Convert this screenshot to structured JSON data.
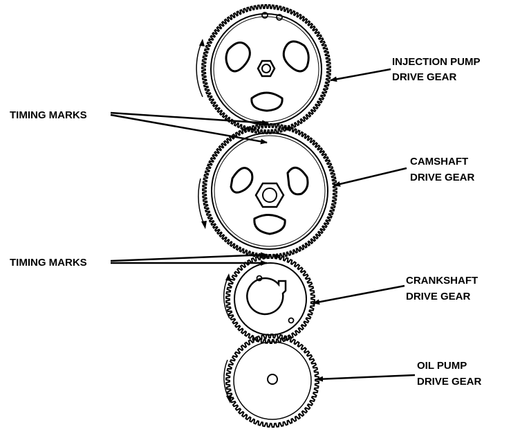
{
  "labels": {
    "timing_marks_upper": "TIMING MARKS",
    "timing_marks_lower": "TIMING MARKS",
    "injection_pump_line1": "INJECTION PUMP",
    "injection_pump_line2": "DRIVE GEAR",
    "camshaft_line1": "CAMSHAFT",
    "camshaft_line2": "DRIVE GEAR",
    "crankshaft_line1": "CRANKSHAFT",
    "crankshaft_line2": "DRIVE GEAR",
    "oil_pump_line1": "OIL PUMP",
    "oil_pump_line2": "DRIVE GEAR"
  },
  "colors": {
    "ink": "#000000",
    "paper": "#ffffff"
  }
}
